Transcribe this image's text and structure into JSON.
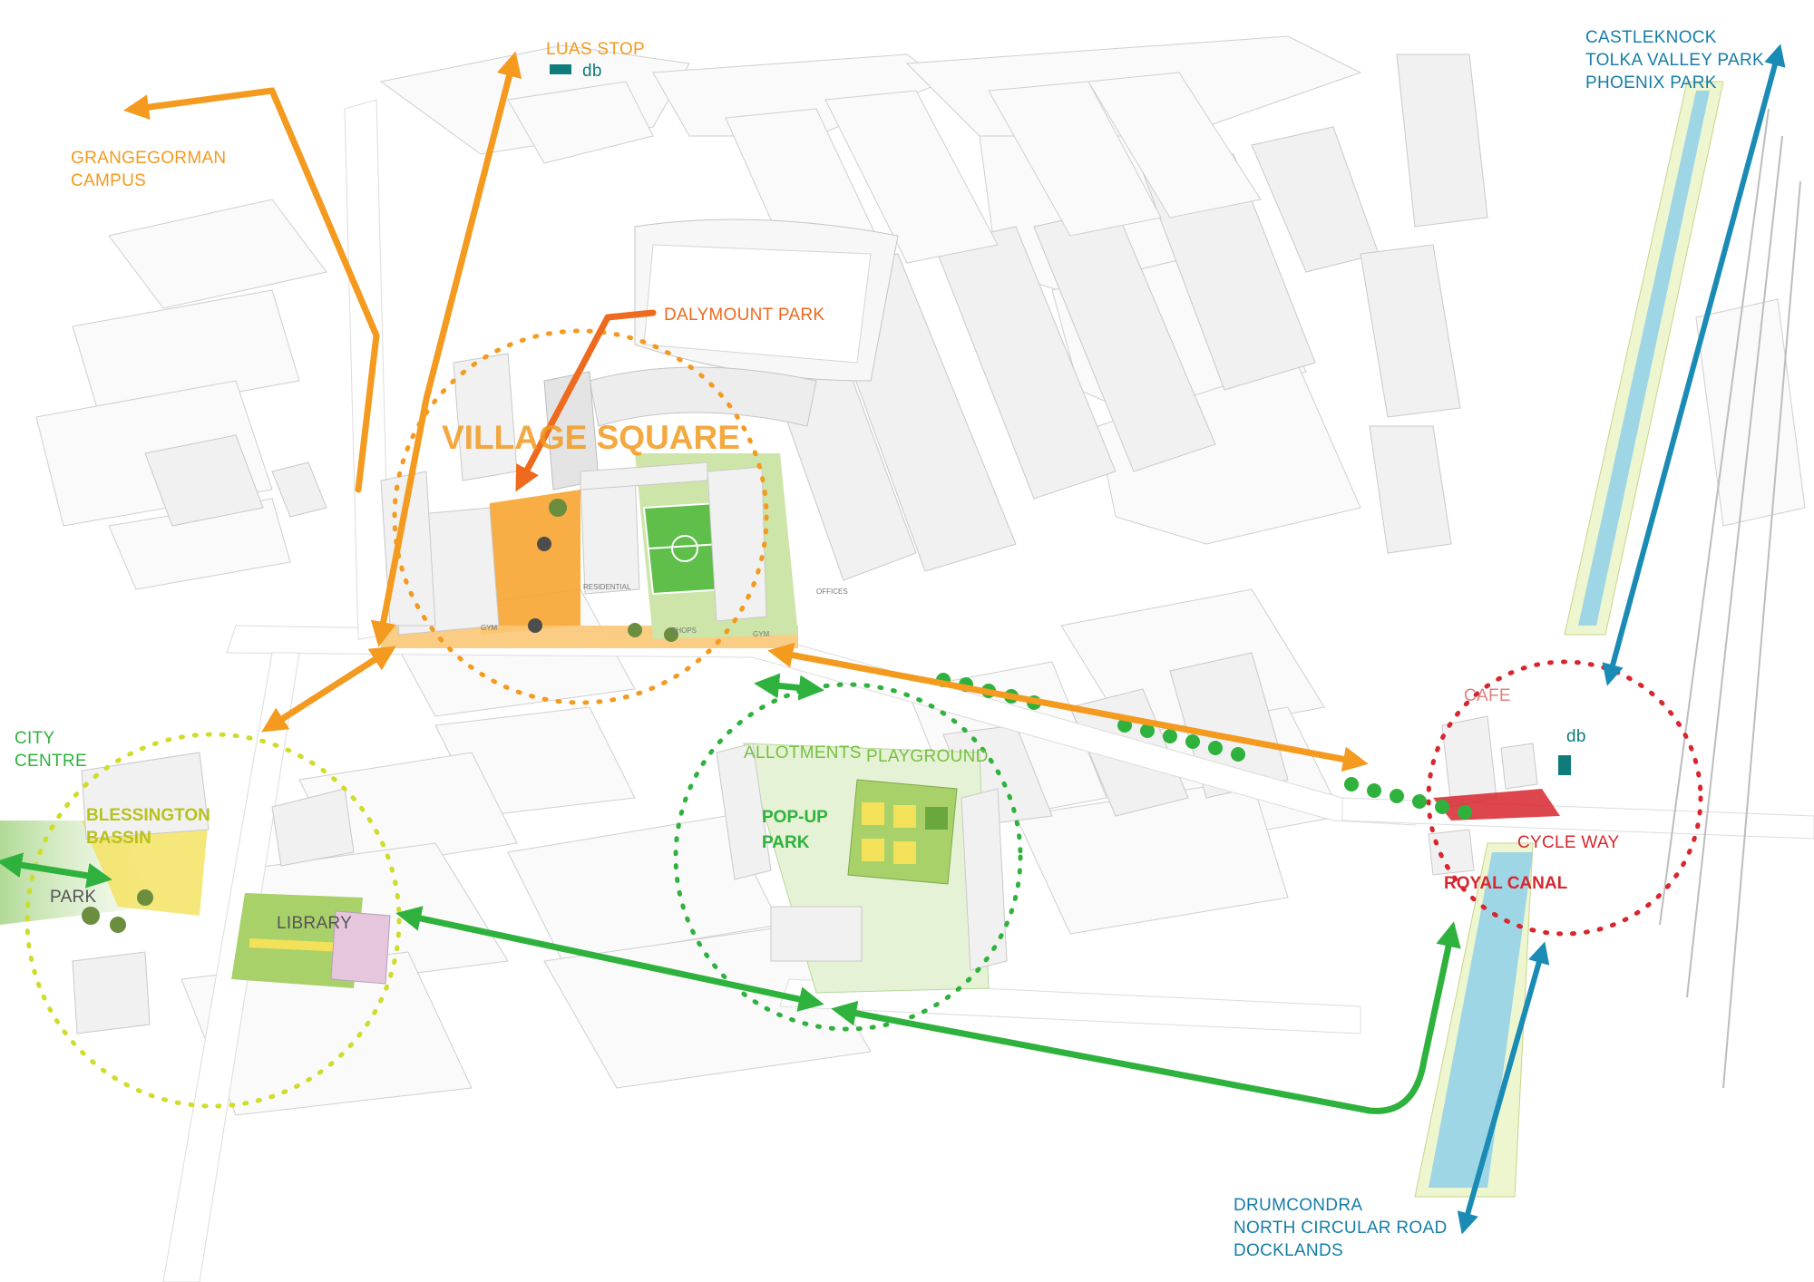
{
  "colors": {
    "orange": "#f39a1f",
    "orange_dark": "#ee7a1e",
    "green": "#2fb23d",
    "green_light": "#76c043",
    "yellow_green": "#cfdc2a",
    "red": "#d8262e",
    "blue": "#1a8bb5",
    "teal_text": "#167da8",
    "canal": "#8fd0ea",
    "db_teal": "#0f7b7b"
  },
  "labels": {
    "luas_stop": "LUAS STOP",
    "db_top": "db",
    "grangegorman_1": "GRANGEGORMAN",
    "grangegorman_2": "CAMPUS",
    "dalymount": "DALYMOUNT PARK",
    "village_square": "VILLAGE SQUARE",
    "city_centre_1": "CITY",
    "city_centre_2": "CENTRE",
    "blessington_1": "BLESSINGTON",
    "blessington_2": "BASSIN",
    "park": "PARK",
    "library": "LIBRARY",
    "allotments": "ALLOTMENTS",
    "playground": "PLAYGROUND",
    "popup_1": "POP-UP",
    "popup_2": "PARK",
    "cafe": "CAFE",
    "db_canal": "db",
    "cycle_way": "CYCLE WAY",
    "royal_canal": "ROYAL CANAL",
    "castleknock_1": "CASTLEKNOCK",
    "castleknock_2": "TOLKA VALLEY PARK",
    "castleknock_3": "PHOENIX PARK",
    "drumcondra_1": "DRUMCONDRA",
    "drumcondra_2": "NORTH CIRCULAR ROAD",
    "drumcondra_3": "DOCKLANDS",
    "residential": "RESIDENTIAL",
    "gym": "GYM",
    "offices": "OFFICES",
    "shops": "SHOPS"
  }
}
